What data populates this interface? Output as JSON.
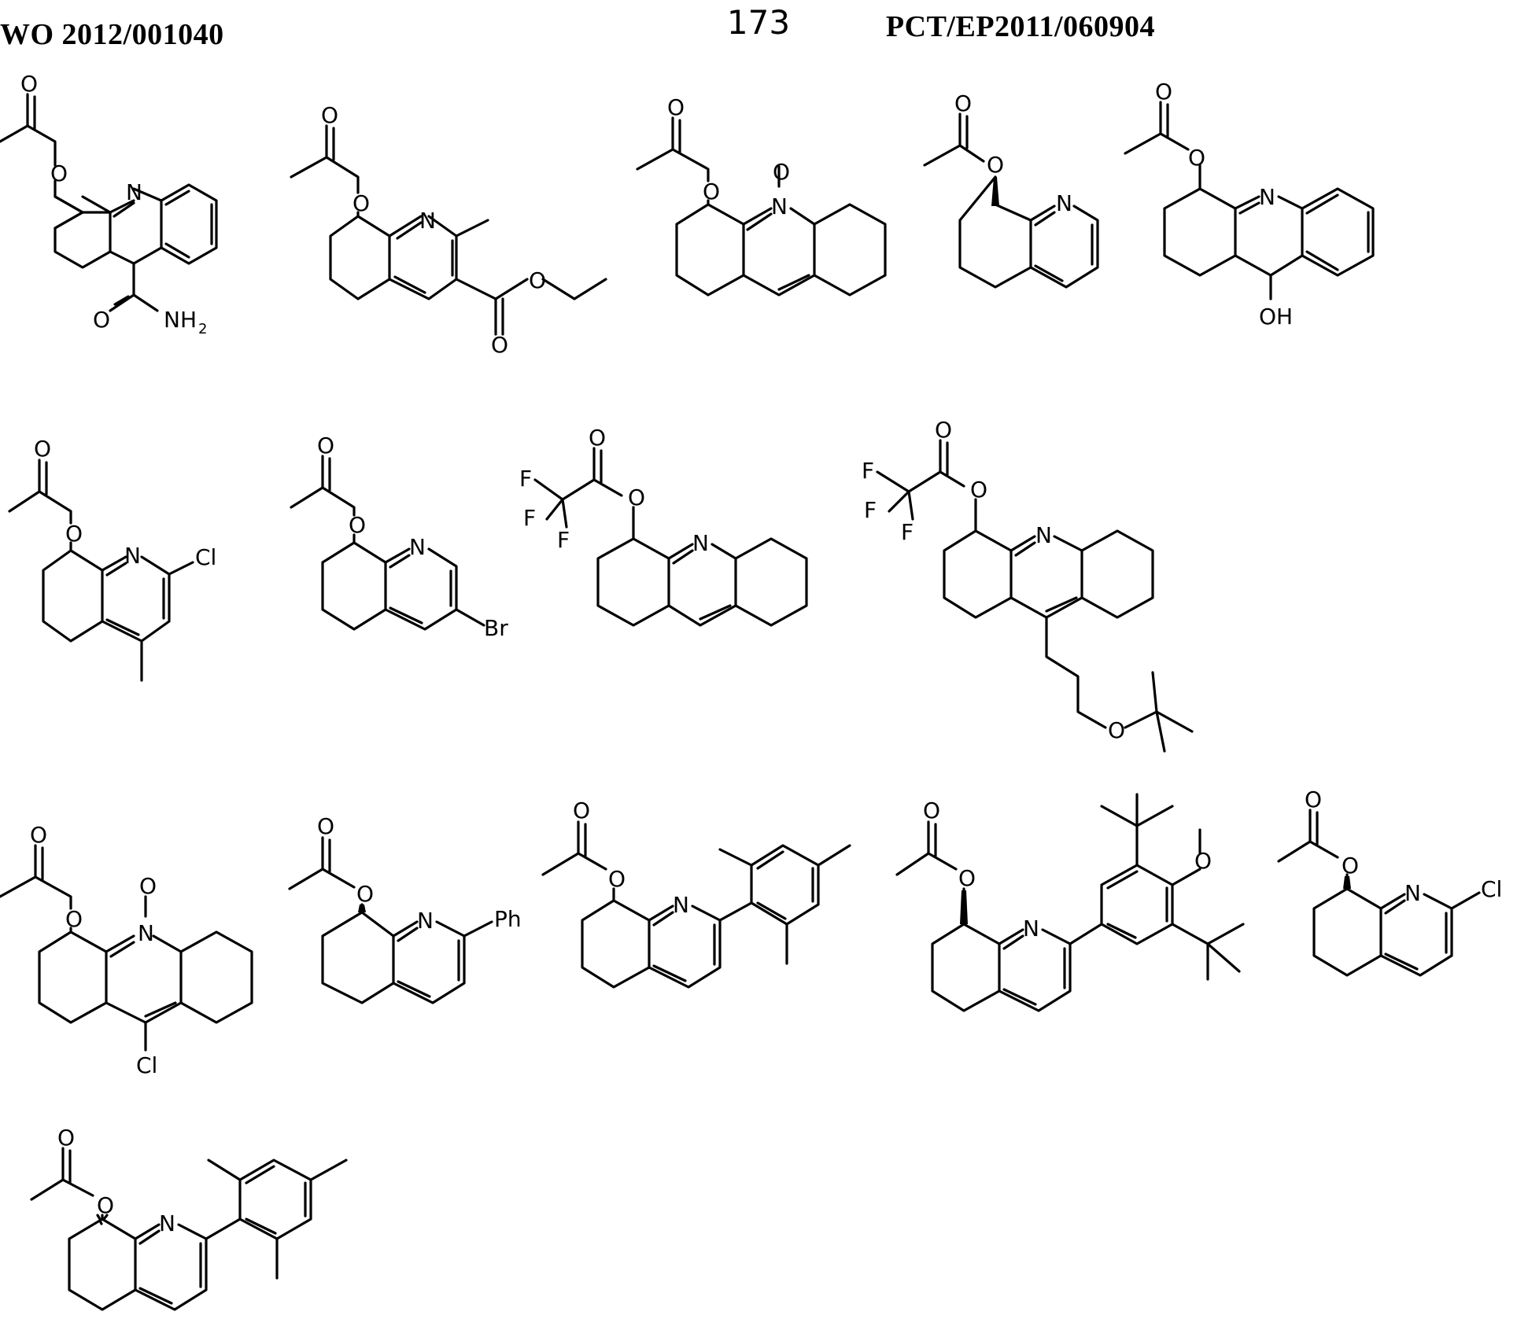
{
  "header": {
    "publication_number": "WO 2012/001040",
    "page_number": "173",
    "application_number": "PCT/EP2011/060904"
  },
  "atom_labels": {
    "O": "O",
    "N": "N",
    "NH2": "NH",
    "sub2": "2",
    "OH": "OH",
    "Cl": "Cl",
    "Br": "Br",
    "F": "F",
    "Ph": "Ph"
  }
}
